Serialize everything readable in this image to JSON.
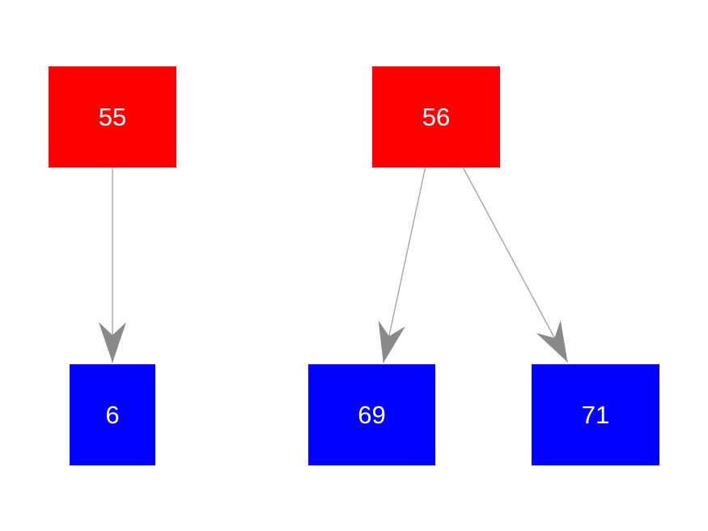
{
  "graph": {
    "background_color": "#ffffff",
    "node_label_color": "#ffffff",
    "parent_node_color": "#ff0000",
    "child_node_color": "#0000ff",
    "edge_line_color": "#a6a6a6",
    "arrowhead_color": "#8a8a8a",
    "nodes": [
      {
        "id": "55",
        "label": "55",
        "color": "#ff0000",
        "row": "top"
      },
      {
        "id": "56",
        "label": "56",
        "color": "#ff0000",
        "row": "top"
      },
      {
        "id": "6",
        "label": "6",
        "color": "#0000ff",
        "row": "bottom"
      },
      {
        "id": "69",
        "label": "69",
        "color": "#0000ff",
        "row": "bottom"
      },
      {
        "id": "71",
        "label": "71",
        "color": "#0000ff",
        "row": "bottom"
      }
    ],
    "edges": [
      {
        "from": "55",
        "to": "6"
      },
      {
        "from": "56",
        "to": "69"
      },
      {
        "from": "56",
        "to": "71"
      }
    ]
  }
}
